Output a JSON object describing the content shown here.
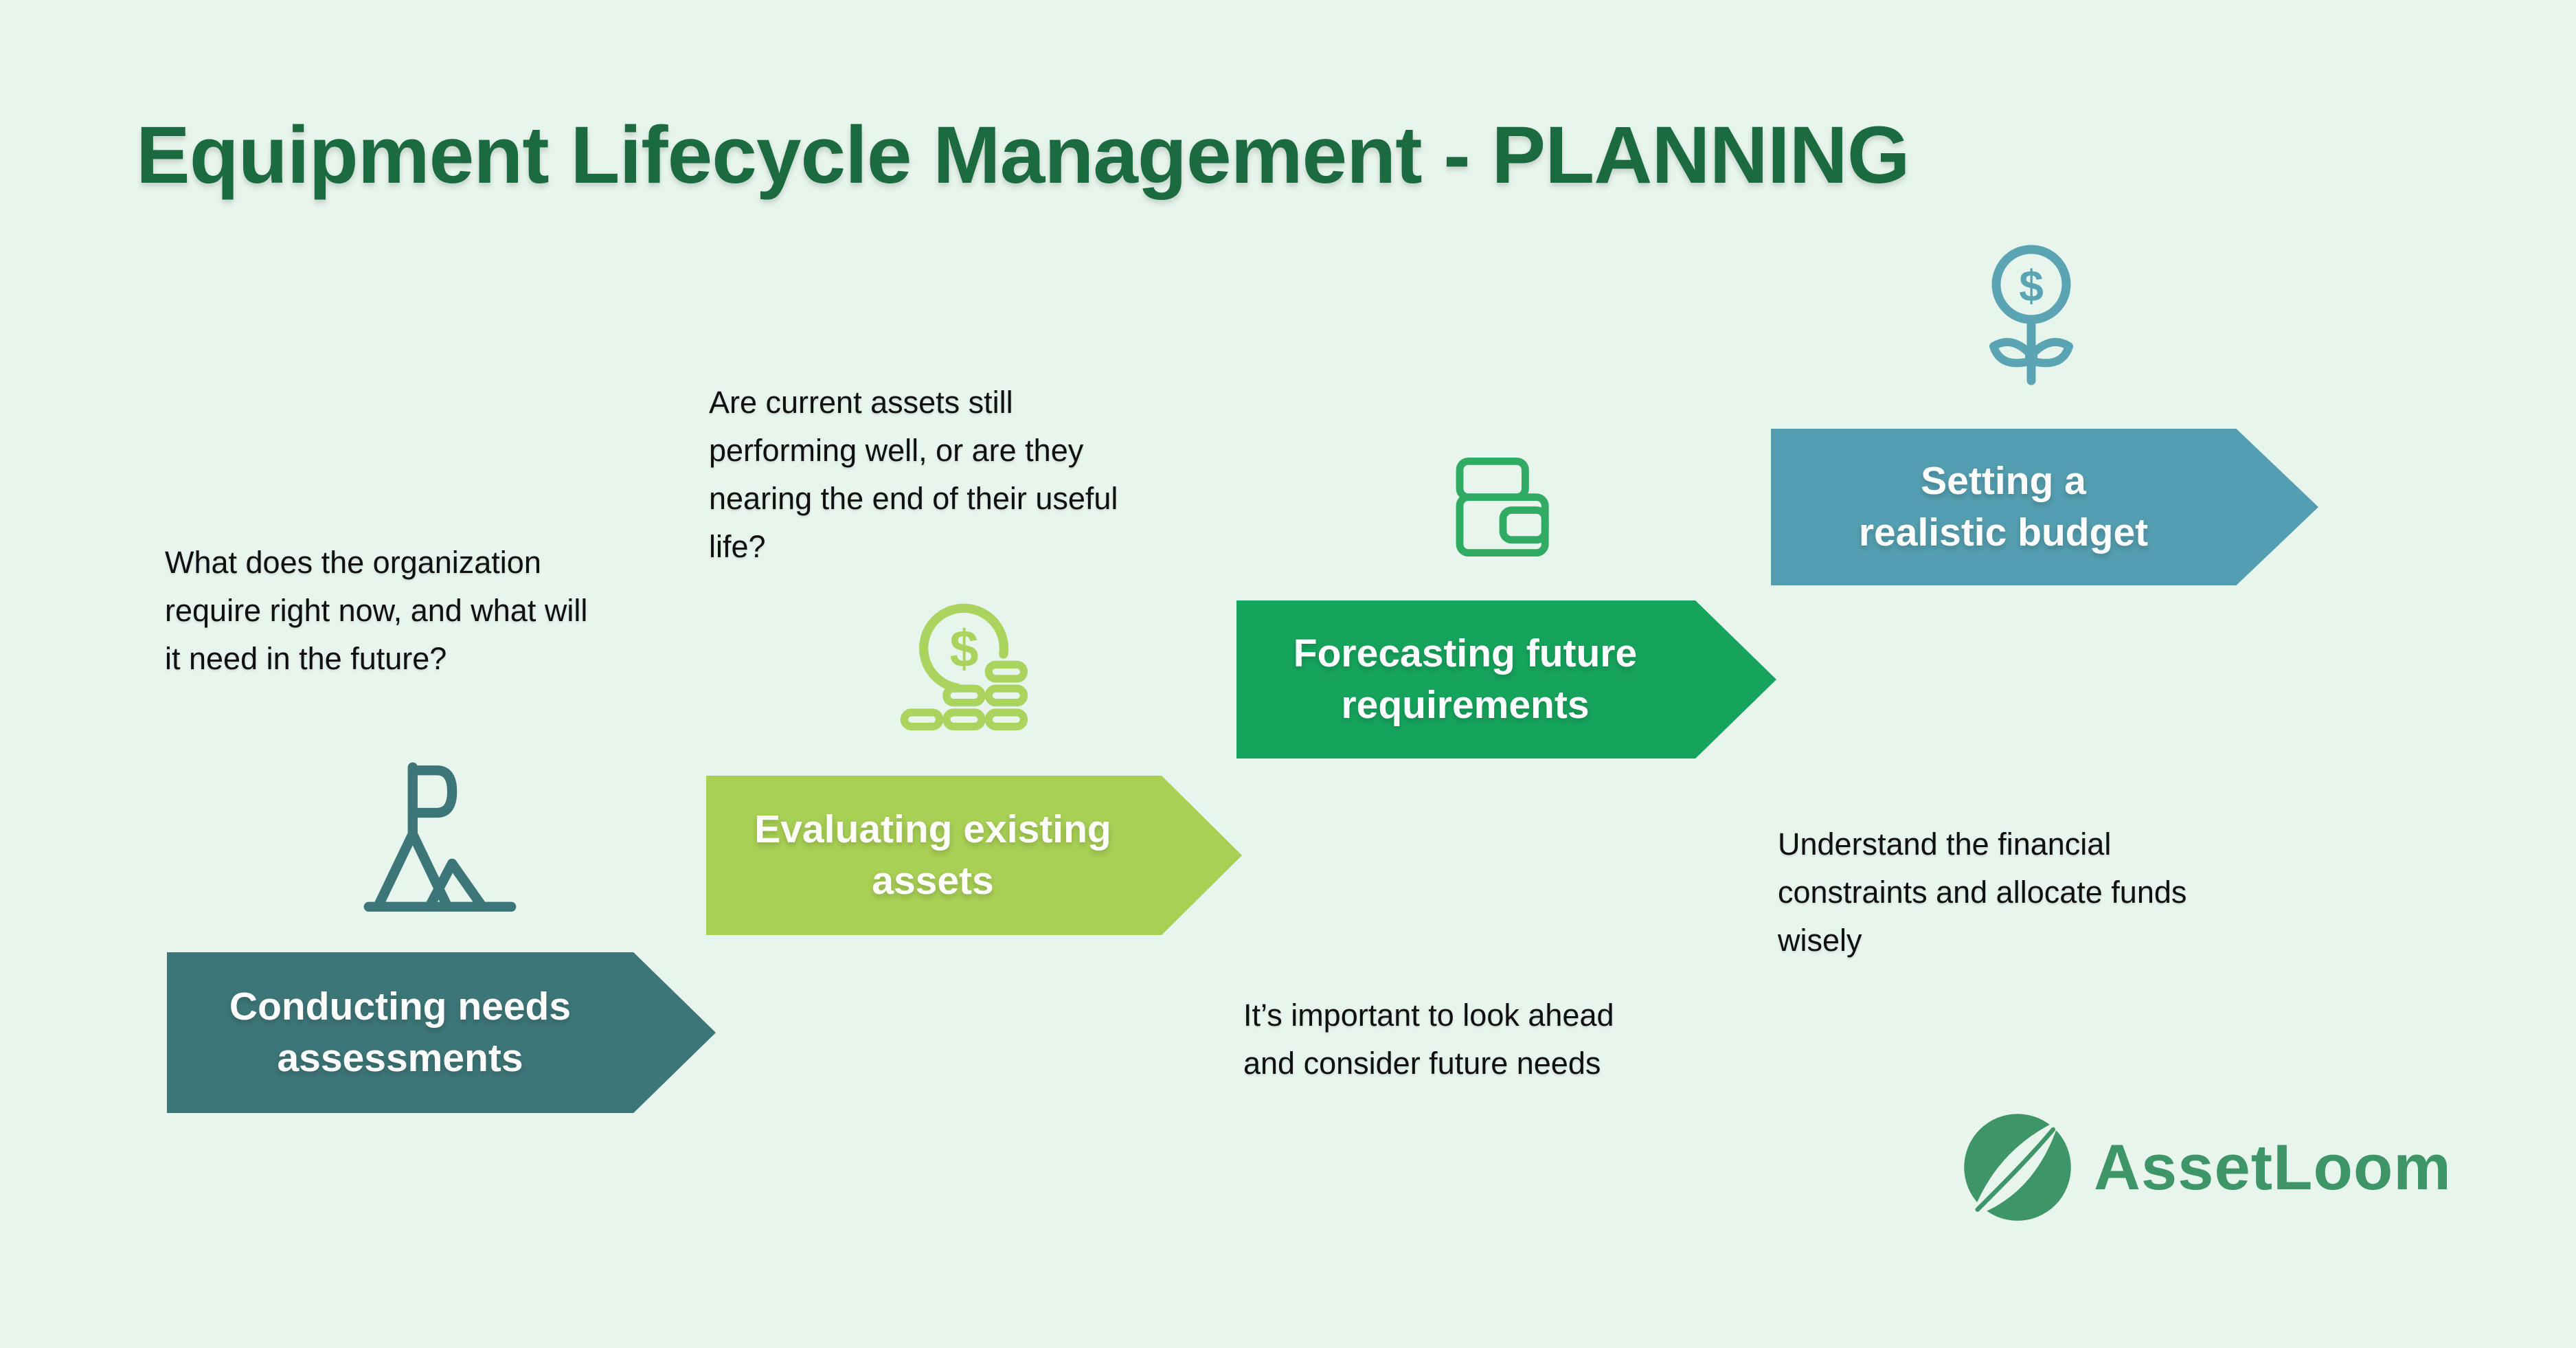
{
  "title": {
    "text": "Equipment Lifecycle Management - PLANNING",
    "color": "#1c6b40"
  },
  "colors": {
    "background": "#e7f5ec"
  },
  "steps": [
    {
      "label": "Conducting needs\nassessments",
      "description": "What does the organization\nrequire right now, and what will\nit need in the future?",
      "banner_color": "#3d7678",
      "icon": "mountain-flag-icon",
      "icon_color": "#3d7678"
    },
    {
      "label": "Evaluating existing\nassets",
      "description": "Are current assets still\nperforming well, or are they\nnearing the end of their useful\nlife?",
      "banner_color": "#a8d054",
      "icon": "coins-dollar-icon",
      "icon_color": "#abd45e"
    },
    {
      "label": "Forecasting future\nrequirements",
      "description": "It’s important to look ahead\nand consider future needs",
      "banner_color": "#16a45c",
      "icon": "wallet-icon",
      "icon_color": "#2fab63"
    },
    {
      "label": "Setting a\nrealistic budget",
      "description": "Understand the financial\nconstraints and allocate funds\nwisely",
      "banner_color": "#539eb0",
      "icon": "money-plant-icon",
      "icon_color": "#5ba4b4"
    }
  ],
  "icons": {
    "dollar_glyph": "$"
  },
  "logo": {
    "text": "AssetLoom",
    "color": "#3e9668"
  }
}
